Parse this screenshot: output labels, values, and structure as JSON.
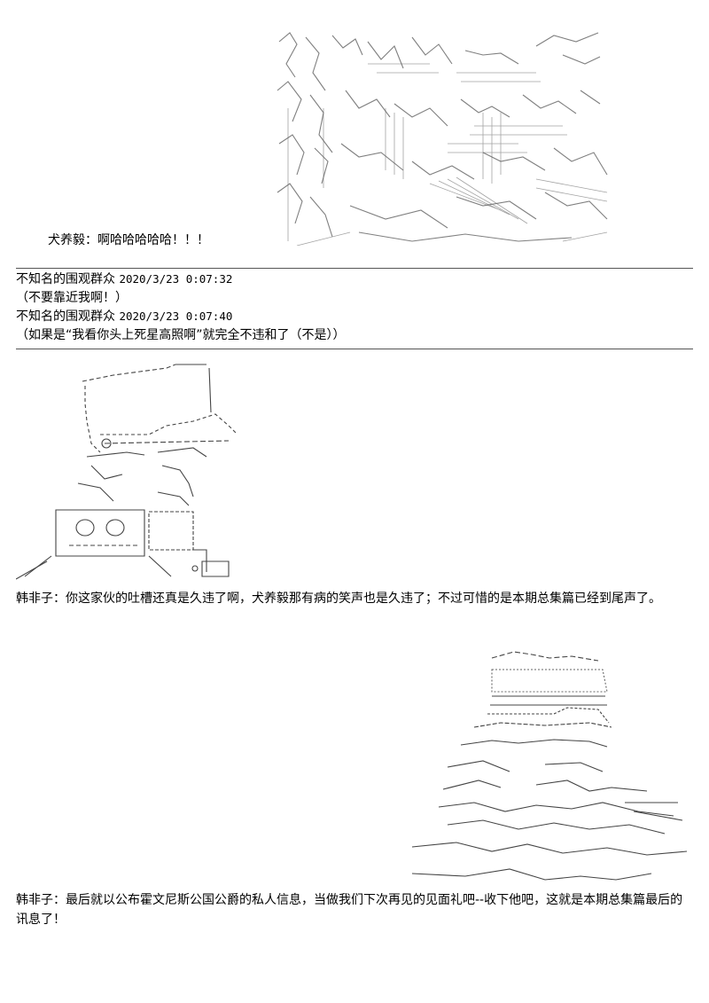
{
  "caption_1": "犬养毅：啊哈哈哈哈哈！！！",
  "comments": [
    {
      "author": "不知名的围观群众",
      "timestamp": "2020/3/23 0:07:32",
      "text": "（不要靠近我啊！）"
    },
    {
      "author": "不知名的围观群众",
      "timestamp": "2020/3/23 0:07:40",
      "text": "（如果是“我看你头上死星高照啊”就完全不违和了（不是））"
    }
  ],
  "caption_2": "韩非子：你这家伙的吐槽还真是久违了啊，犬养毅那有病的笑声也是久违了；不过可惜的是本期总集篇已经到尾声了。",
  "caption_3": "韩非子：最后就以公布霍文尼斯公国公爵的私人信息，当做我们下次再见的见面礼吧--收下他吧，这就是本期总集篇最后的讯息了！"
}
